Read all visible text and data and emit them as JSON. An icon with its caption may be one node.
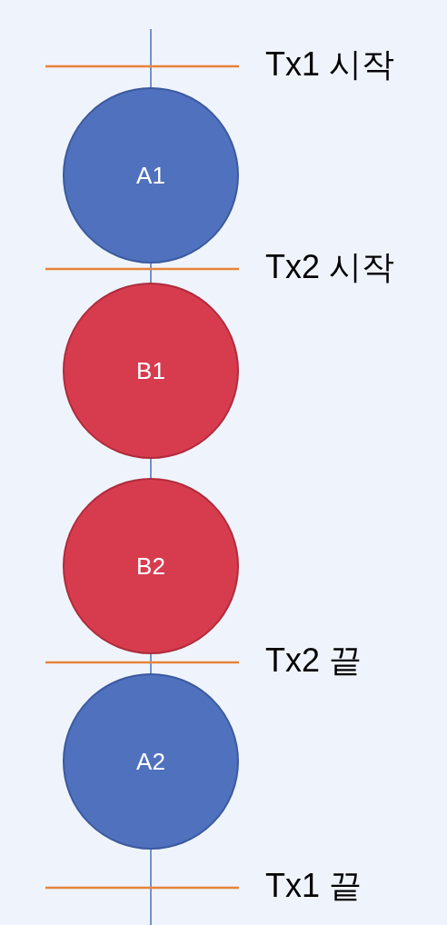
{
  "diagram": {
    "nodes": [
      {
        "text": [
          "A1"
        ]
      },
      {
        "text": [
          "B1"
        ]
      },
      {
        "text": [
          "B2"
        ]
      },
      {
        "text": [
          "A2"
        ]
      }
    ],
    "edges": [
      {
        "from": 0,
        "to": 1,
        "arrow": "none"
      },
      {
        "from": 1,
        "to": 2,
        "arrow": "none"
      },
      {
        "from": 2,
        "to": 3,
        "arrow": "none"
      }
    ],
    "labels": [
      "Tx1 시작",
      "Tx2 시작",
      "Tx2 끝",
      "Tx1 끝"
    ]
  }
}
